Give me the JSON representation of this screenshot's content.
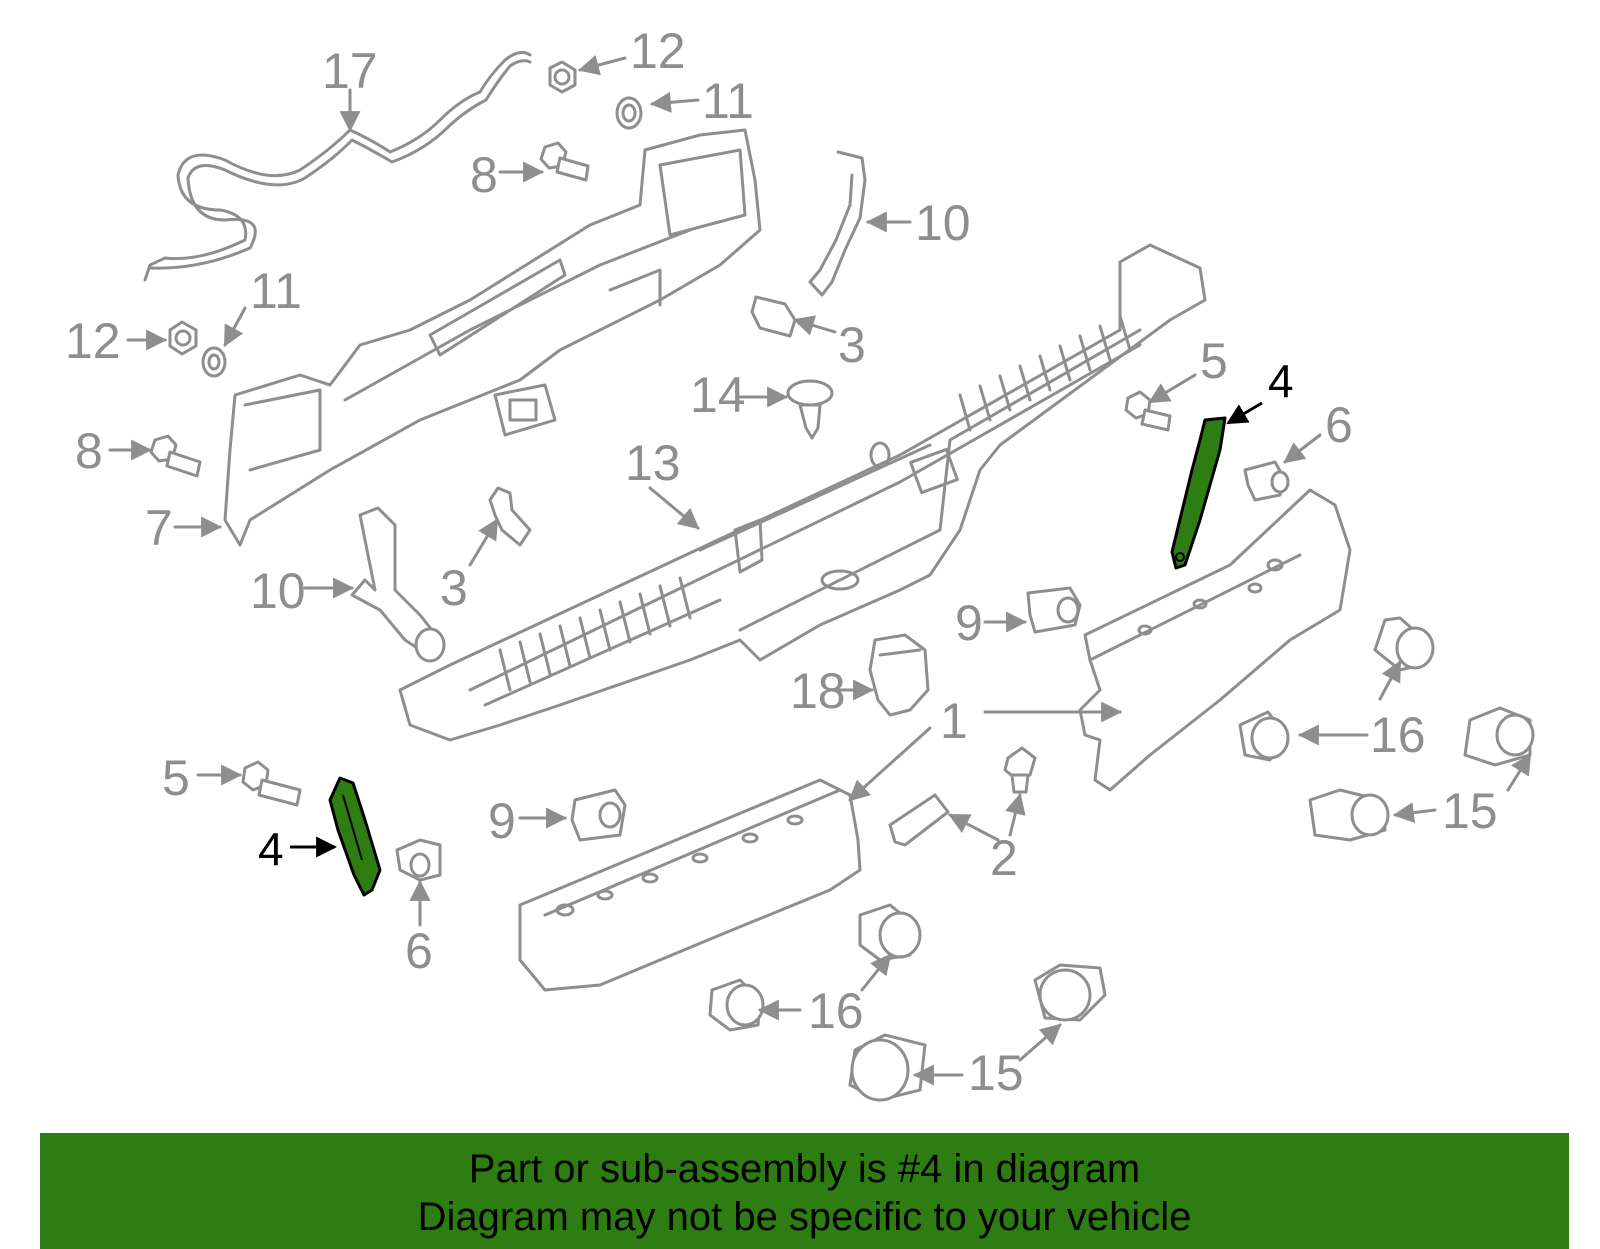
{
  "diagram": {
    "highlight_color": "#2e7d12",
    "line_color": "#8e8e8e",
    "callouts": {
      "c1": "1",
      "c2": "2",
      "c3a": "3",
      "c3b": "3",
      "c4a": "4",
      "c4b": "4",
      "c5a": "5",
      "c5b": "5",
      "c6a": "6",
      "c6b": "6",
      "c7": "7",
      "c8a": "8",
      "c8b": "8",
      "c9a": "9",
      "c9b": "9",
      "c10a": "10",
      "c10b": "10",
      "c11a": "11",
      "c11b": "11",
      "c12a": "12",
      "c12b": "12",
      "c13": "13",
      "c14": "14",
      "c15a": "15",
      "c15b": "15",
      "c16a": "16",
      "c16b": "16",
      "c17": "17",
      "c18": "18"
    }
  },
  "banner": {
    "line1": "Part or sub-assembly is #4 in diagram",
    "line2": "Diagram may not be specific to your vehicle"
  }
}
